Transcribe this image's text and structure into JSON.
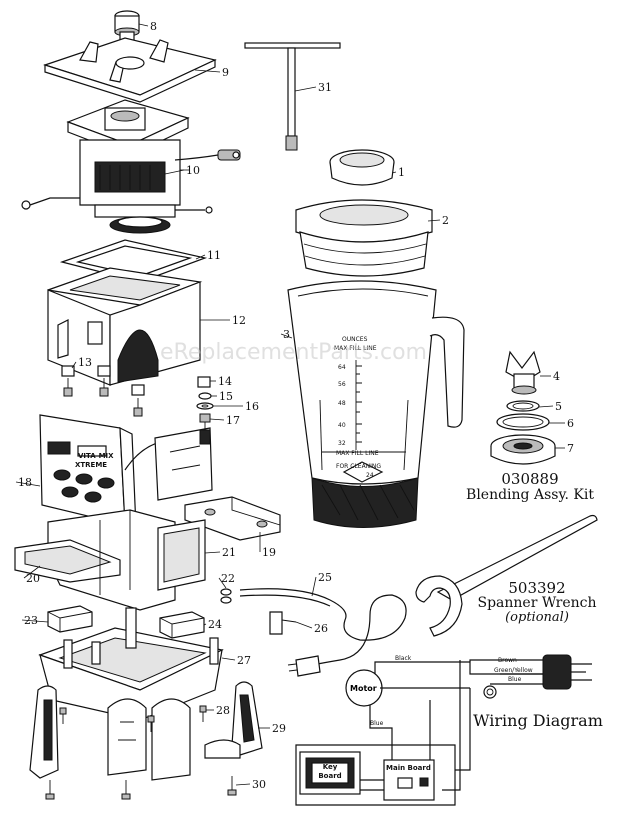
{
  "diagram": {
    "part_numbers": [
      "8",
      "9",
      "31",
      "10",
      "1",
      "2",
      "11",
      "12",
      "3",
      "4",
      "5",
      "6",
      "7",
      "13",
      "14",
      "15",
      "16",
      "17",
      "18",
      "19",
      "21",
      "20",
      "22",
      "25",
      "23",
      "24",
      "26",
      "27",
      "28",
      "29",
      "30"
    ],
    "jar": {
      "ounces_label": "OUNCES",
      "max_fill_label": "MAX FILL LINE",
      "scale": [
        "64",
        "56",
        "48",
        "40",
        "32"
      ],
      "max_fill_line_label": "MAX FILL LINE",
      "for_cleaning_label": "FOR CLEANING",
      "bottom_mark": "24"
    },
    "control_panel": {
      "brand": "VITA-MIX",
      "model": "XTREME"
    },
    "kits": [
      {
        "number": "030889",
        "name": "Blending Assy. Kit"
      },
      {
        "number": "503392",
        "name": "Spanner Wrench",
        "note": "(optional)"
      }
    ],
    "wiring": {
      "title": "Wiring Diagram",
      "wire_labels": {
        "black": "Black",
        "brown": "Brown",
        "green_yellow": "Green/Yellow",
        "blue_top": "Blue",
        "blue_left": "Blue"
      },
      "motor_label": "Motor",
      "key_board_label": "Key Board",
      "main_board_label": "Main Board"
    },
    "watermark": "eReplacementParts.com"
  }
}
